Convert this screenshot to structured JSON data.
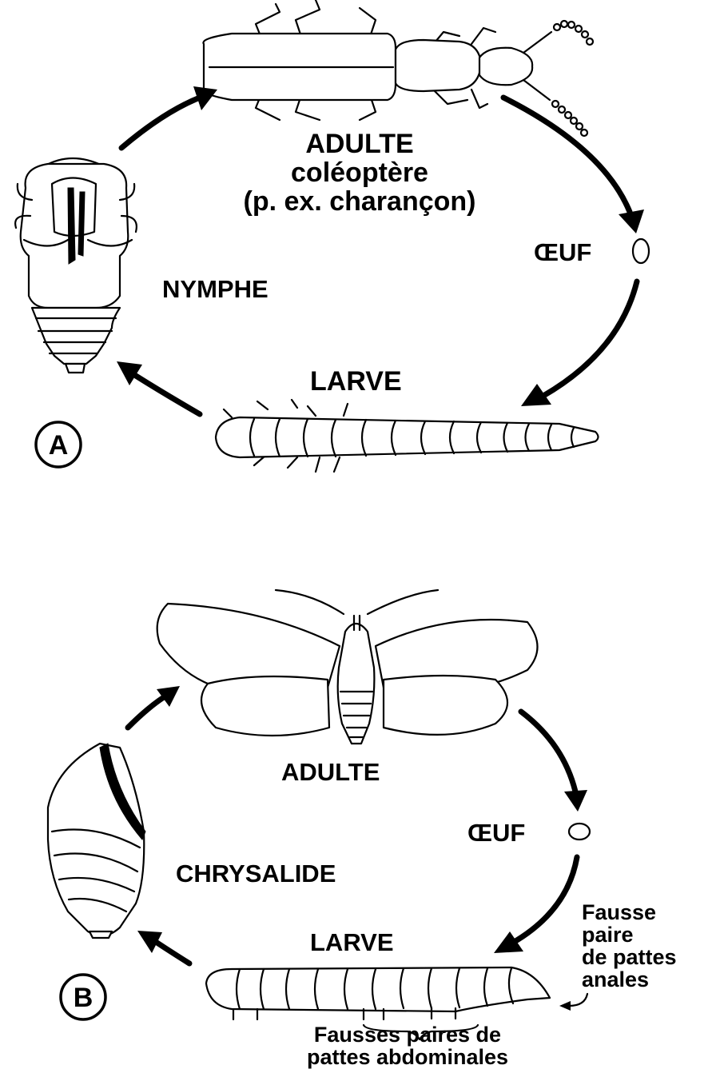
{
  "panel_a": {
    "marker": "A",
    "adult_title": "ADULTE",
    "adult_line2": "coléoptère",
    "adult_line3": "(p. ex. charançon)",
    "egg": "ŒUF",
    "larva": "LARVE",
    "pupa": "NYMPHE"
  },
  "panel_b": {
    "marker": "B",
    "adult": "ADULTE",
    "egg": "ŒUF",
    "larva": "LARVE",
    "pupa": "CHRYSALIDE",
    "anal_line1": "Fausse",
    "anal_line2": "paire",
    "anal_line3": "de pattes",
    "anal_line4": "anales",
    "abd_line1": "Fausses paires de",
    "abd_line2": "pattes abdominales"
  }
}
